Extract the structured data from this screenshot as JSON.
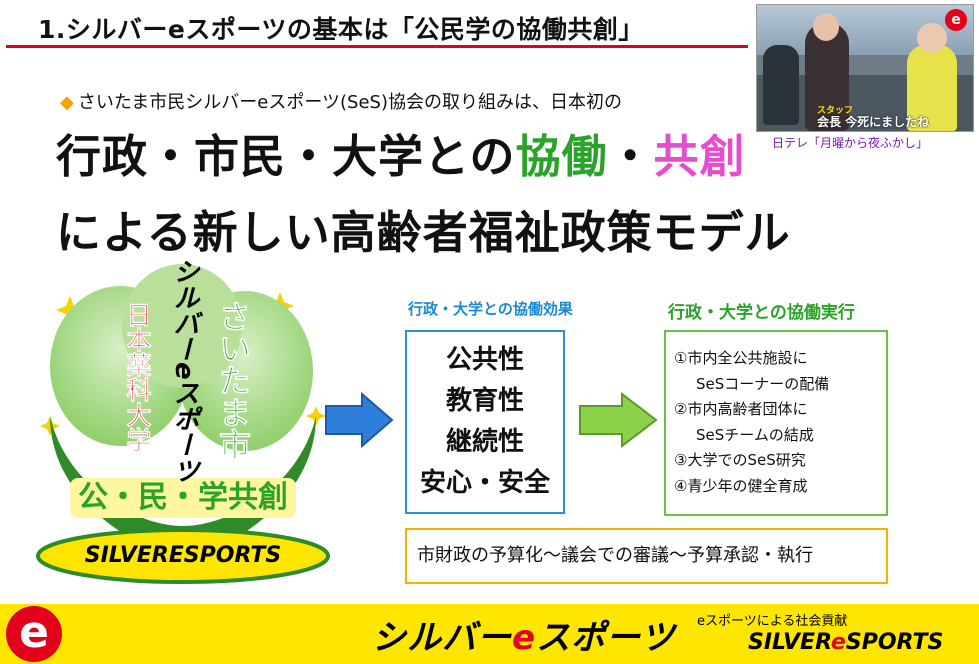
{
  "title": "1.シルバーeスポーツの基本は「公民学の協働共創」",
  "photo": {
    "badge": "e",
    "overlay_small": "スタッフ",
    "overlay_big": "会長 今死にましたね",
    "caption": "日テレ「月曜から夜ふかし」"
  },
  "intro": {
    "bullet": "◆",
    "text": "さいたま市民シルバーeスポーツ(SeS)協会の取り組みは、日本初の"
  },
  "headline1": {
    "part1": "行政・市民・大学との",
    "green": "協働",
    "dot": "・",
    "pink": "共創"
  },
  "headline2": "による新しい高齢者福祉政策モデル",
  "logo": {
    "center_vertical": "シルバーeスポーツ",
    "left_vertical": "日本薬科大学",
    "right_vertical": "さいたま市",
    "band": "公・民・学共創",
    "oval_text": "SILVERESPORTS"
  },
  "box1": {
    "title": "行政・大学との協働効果",
    "items": [
      "公共性",
      "教育性",
      "継続性",
      "安心・安全"
    ]
  },
  "box2": {
    "title": "行政・大学との協働実行",
    "items": [
      "①市内全公共施設に",
      "SeSコーナーの配備",
      "②市内高齢者団体に",
      "SeSチームの結成",
      "③大学でのSeS研究",
      "④青少年の健全育成"
    ]
  },
  "box3": "市財政の予算化～議会での審議～予算承認・執行",
  "footer": {
    "logo": "e",
    "brand_pre": "シルバー",
    "brand_e": "e",
    "brand_post": "スポーツ",
    "subtitle": "eスポーツによる社会貢献",
    "en_pre": "SILVER",
    "en_e": "e",
    "en_post": "SPORTS"
  },
  "colors": {
    "accent_red": "#e2001a",
    "green": "#2aa32a",
    "pink": "#e64cd0",
    "blue": "#2e8fd9",
    "yellow": "#ffe600",
    "orange": "#f5b200"
  }
}
